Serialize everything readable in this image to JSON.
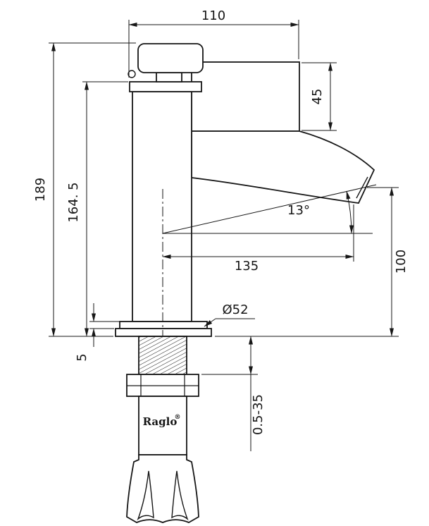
{
  "brand": {
    "name": "Raglo",
    "registered_mark": "®"
  },
  "dims": {
    "top_width": "110",
    "spout_body_height": "45",
    "overall_height": "189",
    "body_height": "164. 5",
    "spout_angle": "13°",
    "spout_reach": "135",
    "outlet_height": "100",
    "base_diameter": "Ø52",
    "flange_thickness": "5",
    "mounting_thickness_range": "0.5-35"
  }
}
